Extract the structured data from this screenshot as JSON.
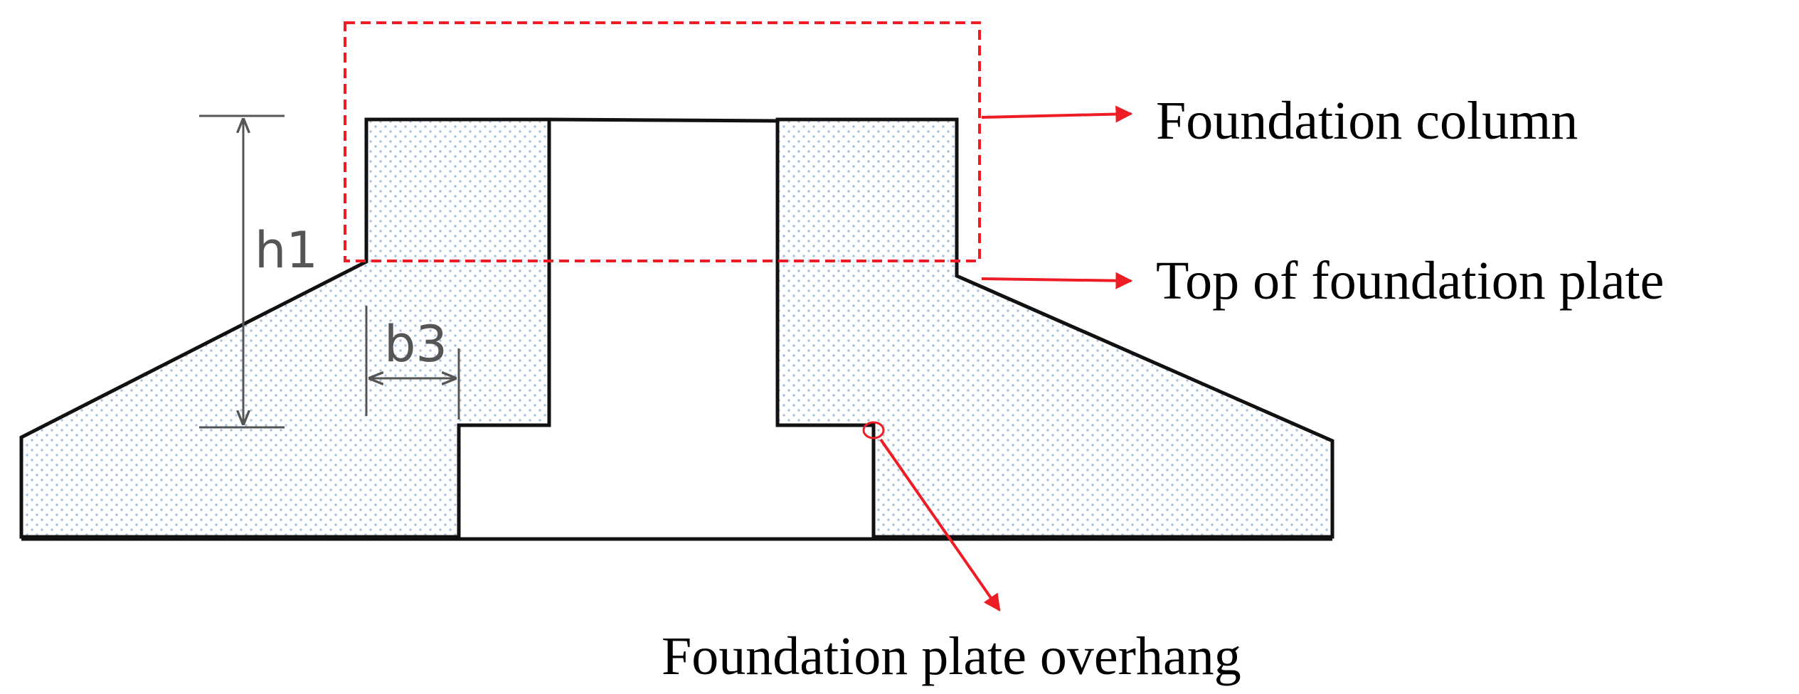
{
  "labels": {
    "foundation_column": "Foundation column",
    "top_of_plate": "Top of foundation plate",
    "plate_overhang": "Foundation plate overhang"
  },
  "dimensions": {
    "h1": "h1",
    "b3": "b3"
  },
  "colors": {
    "outline": "#111111",
    "callout": "#ee1c24",
    "fill_dot": "#a9c0dc",
    "dimension": "#555555"
  }
}
